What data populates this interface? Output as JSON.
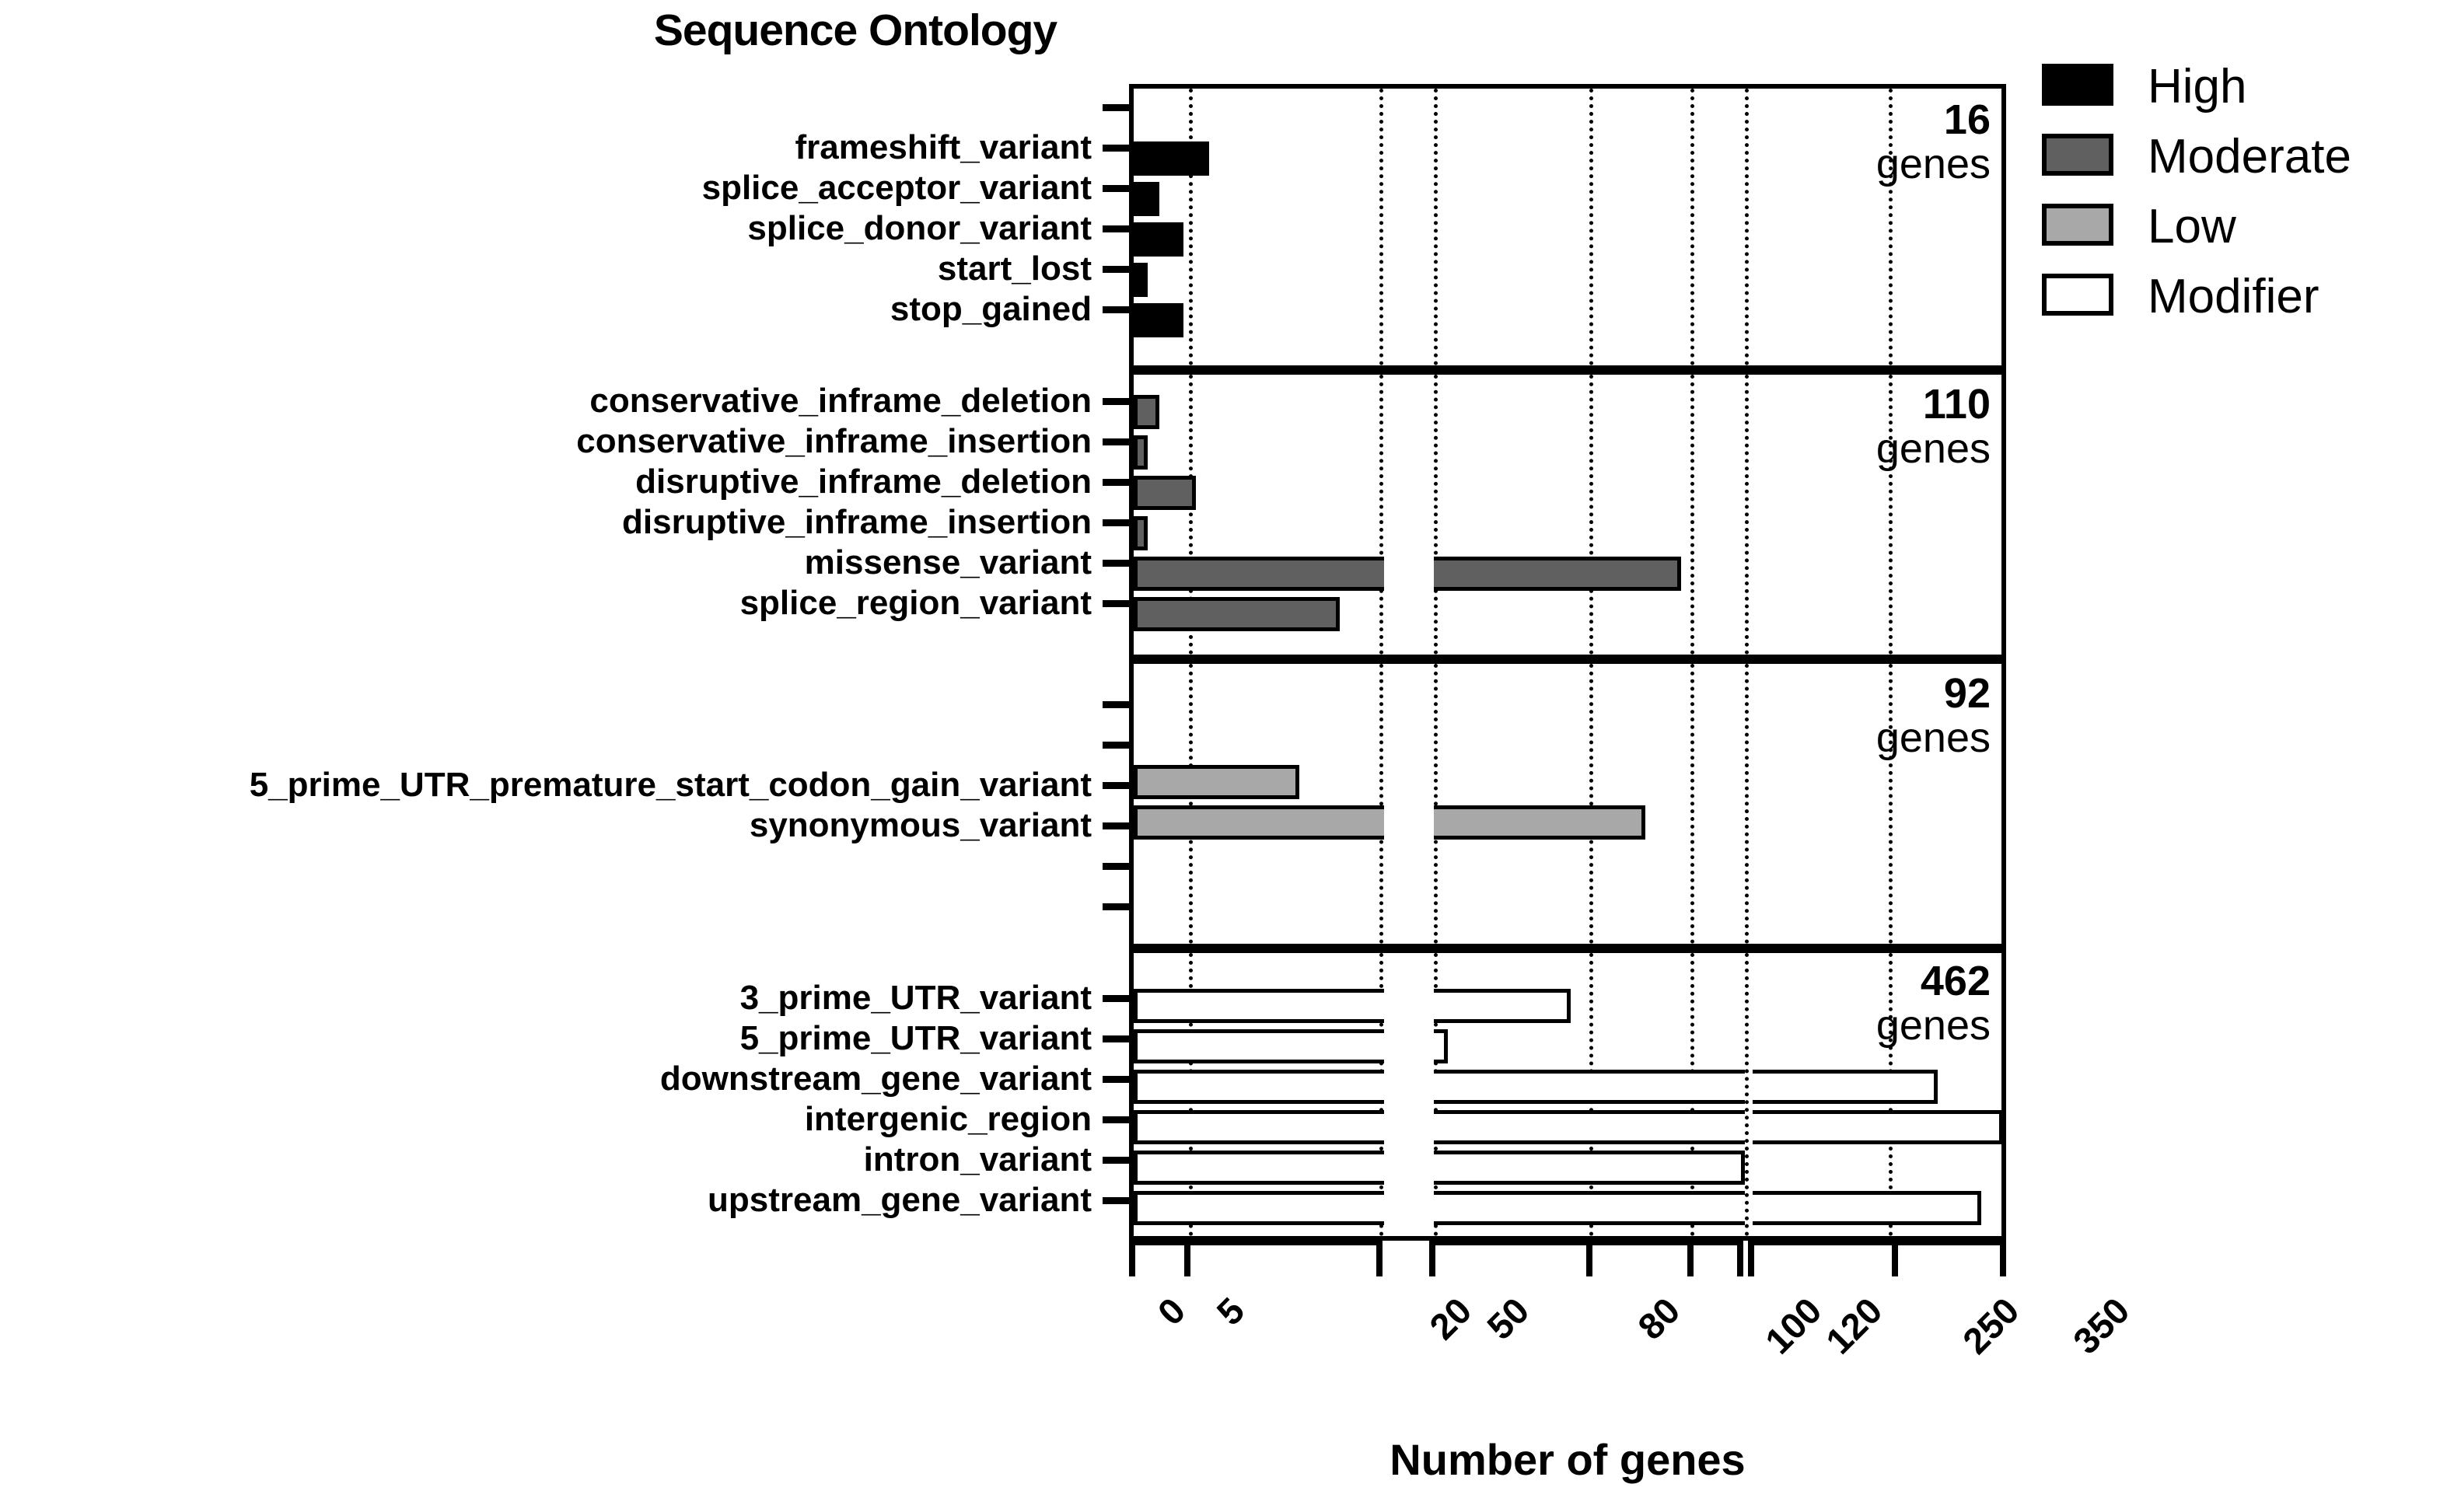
{
  "title": "Sequence Ontology",
  "axis": {
    "xlabel": "Number of genes",
    "ylabel": ""
  },
  "legend": {
    "position": "right",
    "items": [
      {
        "label": "High",
        "color": "#000000"
      },
      {
        "label": "Moderate",
        "color": "#606060"
      },
      {
        "label": "Low",
        "color": "#a8a8a8"
      },
      {
        "label": "Modifier",
        "color": "#ffffff"
      }
    ]
  },
  "panels": [
    {
      "impact": "High",
      "count": "16",
      "count_unit": "genes"
    },
    {
      "impact": "Moderate",
      "count": "110",
      "count_unit": "genes"
    },
    {
      "impact": "Low",
      "count": "92",
      "count_unit": "genes"
    },
    {
      "impact": "Modifier",
      "count": "462",
      "count_unit": "genes"
    }
  ],
  "xticks": [
    "0",
    "5",
    "20",
    "50",
    "80",
    "100",
    "120",
    "250",
    "350"
  ],
  "chart_data": {
    "type": "bar",
    "orientation": "horizontal",
    "title": "Sequence Ontology",
    "xlabel": "Number of genes",
    "ylabel": "",
    "grid": true,
    "broken_axis": true,
    "axis_segments": [
      [
        0,
        20
      ],
      [
        50,
        120
      ],
      [
        120,
        350
      ]
    ],
    "tick_values": [
      0,
      5,
      20,
      50,
      80,
      100,
      120,
      250,
      350
    ],
    "legend_position": "right",
    "panels": [
      {
        "name": "High",
        "color": "#000000",
        "total_genes": 16,
        "categories": [
          "frameshift_variant",
          "splice_acceptor_variant",
          "splice_donor_variant",
          "start_lost",
          "stop_gained"
        ],
        "values": [
          6,
          2,
          4,
          1,
          4
        ]
      },
      {
        "name": "Moderate",
        "color": "#606060",
        "total_genes": 110,
        "categories": [
          "conservative_inframe_deletion",
          "conservative_inframe_insertion",
          "disruptive_inframe_deletion",
          "disruptive_inframe_insertion",
          "missense_variant",
          "splice_region_variant"
        ],
        "values": [
          2,
          1,
          5,
          1,
          95,
          16
        ]
      },
      {
        "name": "Low",
        "color": "#a8a8a8",
        "total_genes": 92,
        "categories": [
          "5_prime_UTR_premature_start_codon_gain_variant",
          "synonymous_variant"
        ],
        "values": [
          13,
          88
        ]
      },
      {
        "name": "Modifier",
        "color": "#ffffff",
        "total_genes": 462,
        "categories": [
          "3_prime_UTR_variant",
          "5_prime_UTR_variant",
          "downstream_gene_variant",
          "intergenic_region",
          "intron_variant",
          "upstream_gene_variant"
        ],
        "values": [
          74,
          51,
          285,
          350,
          120,
          330
        ]
      }
    ]
  }
}
